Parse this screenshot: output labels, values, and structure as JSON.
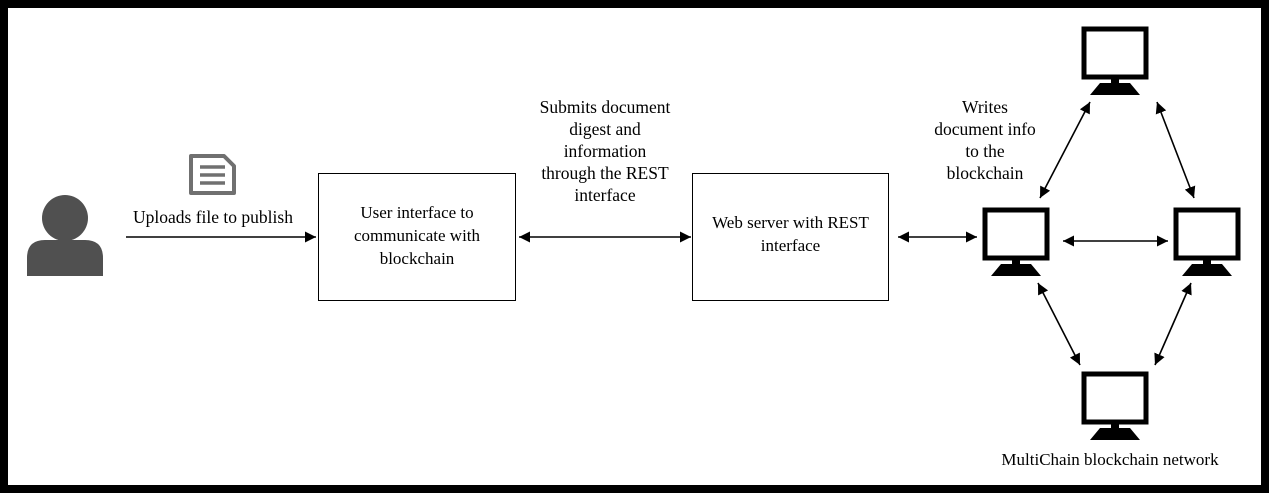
{
  "diagram": {
    "nodes": {
      "user": {
        "icon": "user-icon"
      },
      "file": {
        "icon": "document-icon"
      },
      "ui_box": {
        "label": "User interface to\ncommunicate with\nblockchain"
      },
      "server_box": {
        "label": "Web server with REST\ninterface"
      },
      "network": {
        "icon": "monitor-icon",
        "caption": "MultiChain blockchain network"
      }
    },
    "edges": {
      "upload": {
        "label": "Uploads file to publish"
      },
      "submit": {
        "label": "Submits document\ndigest and\ninformation\nthrough the REST\ninterface"
      },
      "write": {
        "label": "Writes\ndocument info\nto the\nblockchain"
      }
    }
  }
}
